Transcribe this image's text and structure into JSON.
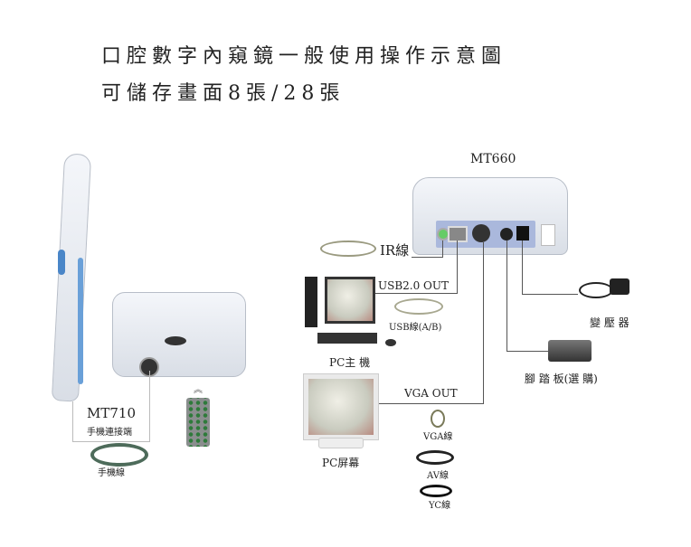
{
  "title": {
    "line1": "口腔數字內窺鏡一般使用操作示意圖",
    "line2": "可儲存畫面8張/28張"
  },
  "devices": {
    "mt660": "MT660",
    "mt710": "MT710",
    "handpiece_port": "手機連接端",
    "handpiece_cable": "手機線"
  },
  "connections": {
    "ir": "IR線",
    "usb_out": "USB2.0 OUT",
    "usb_cable": "USB線(A/B)",
    "pc_host": "PC主 機",
    "vga_out": "VGA OUT",
    "pc_screen": "PC屏幕",
    "vga_cable": "VGA線",
    "av_cable": "AV線",
    "yc_cable": "YC線",
    "adapter": "變 壓 器",
    "foot_pedal": "腳 踏 板(選 購)"
  }
}
